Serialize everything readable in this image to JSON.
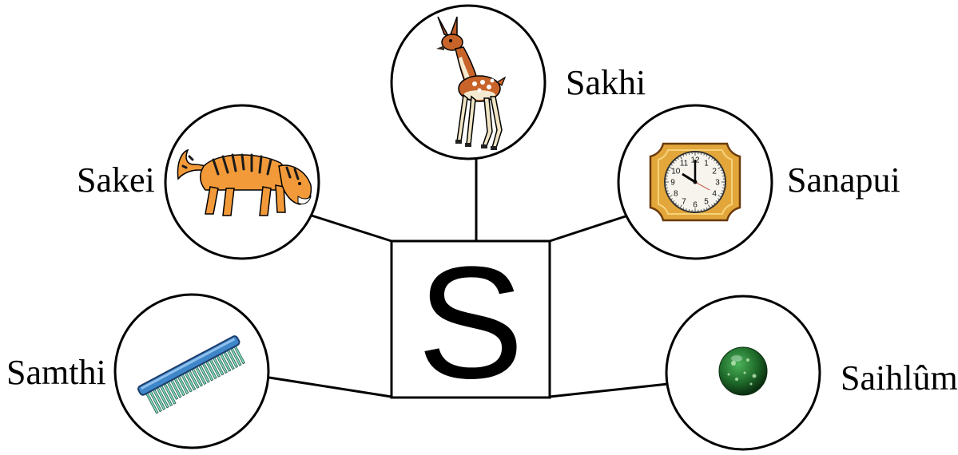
{
  "center": {
    "letter": "S"
  },
  "items": [
    {
      "id": "deer",
      "label": "Sakhi",
      "icon": "deer-icon"
    },
    {
      "id": "tiger",
      "label": "Sakei",
      "icon": "tiger-icon"
    },
    {
      "id": "clock",
      "label": "Sanapui",
      "icon": "clock-icon"
    },
    {
      "id": "comb",
      "label": "Samthi",
      "icon": "comb-icon"
    },
    {
      "id": "marble",
      "label": "Saihlûm",
      "icon": "marble-icon"
    }
  ],
  "clock_numerals": [
    "12",
    "1",
    "2",
    "3",
    "4",
    "5",
    "6",
    "7",
    "8",
    "9",
    "10",
    "11"
  ],
  "colors": {
    "line": "#000000",
    "deer_body": "#c8642a",
    "tiger_body": "#f29a3a",
    "clock_frame": "#e2a63a",
    "comb": "#3f86c9",
    "marble": "#1f6b2a"
  }
}
